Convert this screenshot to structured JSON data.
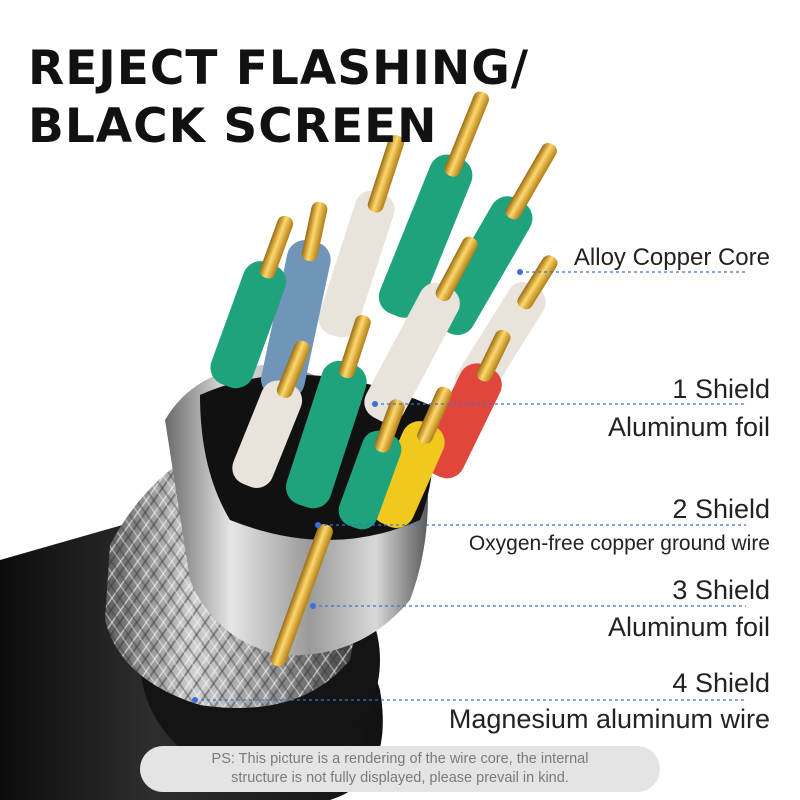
{
  "headline": {
    "line1": "REJECT FLASHING/",
    "line2": "BLACK SCREEN"
  },
  "callouts": {
    "core": "Alloy Copper Core",
    "shield1_title": "1 Shield",
    "shield1_material": "Aluminum foil",
    "shield2_title": "2 Shield",
    "shield2_material": "Oxygen-free copper ground wire",
    "shield3_title": "3 Shield",
    "shield3_material": "Aluminum foil",
    "shield4_title": "4 Shield",
    "shield4_material": "Magnesium aluminum wire"
  },
  "note": {
    "line1": "PS: This picture is a rendering of the wire core, the internal",
    "line2": "structure is not fully displayed, please prevail in kind."
  },
  "colors": {
    "background": "#ffffff",
    "jacket": "#1c1c1c",
    "braid": "#9a9a9a",
    "foil": "#c8c8c8",
    "copper": "#d4a020",
    "insulation_green": "#1fa37c",
    "insulation_white": "#e8e4dc",
    "insulation_blue": "#6f95b8",
    "insulation_red": "#e0463c",
    "insulation_yellow": "#f0c81e",
    "leader_line": "#3d6fd6",
    "note_bg": "#e4e4e4"
  }
}
